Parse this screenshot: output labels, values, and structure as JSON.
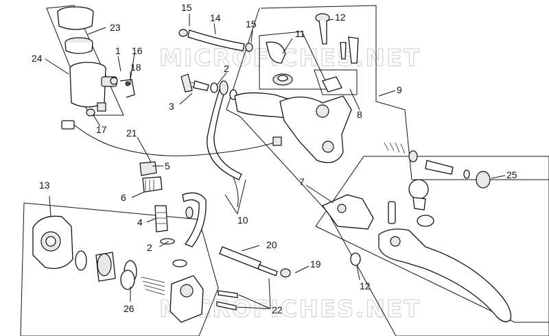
{
  "watermark": {
    "top": "MICROFICHES.NET",
    "bottom": "MICROFICHES.NET"
  },
  "callouts": [
    {
      "id": "label-15a",
      "text": "15"
    },
    {
      "id": "label-14",
      "text": "14"
    },
    {
      "id": "label-15b",
      "text": "15"
    },
    {
      "id": "label-11",
      "text": "11"
    },
    {
      "id": "label-12a",
      "text": "12"
    },
    {
      "id": "label-23",
      "text": "23"
    },
    {
      "id": "label-24",
      "text": "24"
    },
    {
      "id": "label-1",
      "text": "1"
    },
    {
      "id": "label-16",
      "text": "16"
    },
    {
      "id": "label-18",
      "text": "18"
    },
    {
      "id": "label-2a",
      "text": "2"
    },
    {
      "id": "label-3",
      "text": "3"
    },
    {
      "id": "label-9",
      "text": "9"
    },
    {
      "id": "label-8",
      "text": "8"
    },
    {
      "id": "label-17",
      "text": "17"
    },
    {
      "id": "label-21",
      "text": "21"
    },
    {
      "id": "label-5",
      "text": "5"
    },
    {
      "id": "label-25",
      "text": "25"
    },
    {
      "id": "label-13",
      "text": "13"
    },
    {
      "id": "label-7",
      "text": "7"
    },
    {
      "id": "label-6",
      "text": "6"
    },
    {
      "id": "label-4",
      "text": "4"
    },
    {
      "id": "label-10",
      "text": "10"
    },
    {
      "id": "label-2b",
      "text": "2"
    },
    {
      "id": "label-20",
      "text": "20"
    },
    {
      "id": "label-19",
      "text": "19"
    },
    {
      "id": "label-12b",
      "text": "12"
    },
    {
      "id": "label-26",
      "text": "26"
    },
    {
      "id": "label-22",
      "text": "22"
    }
  ]
}
